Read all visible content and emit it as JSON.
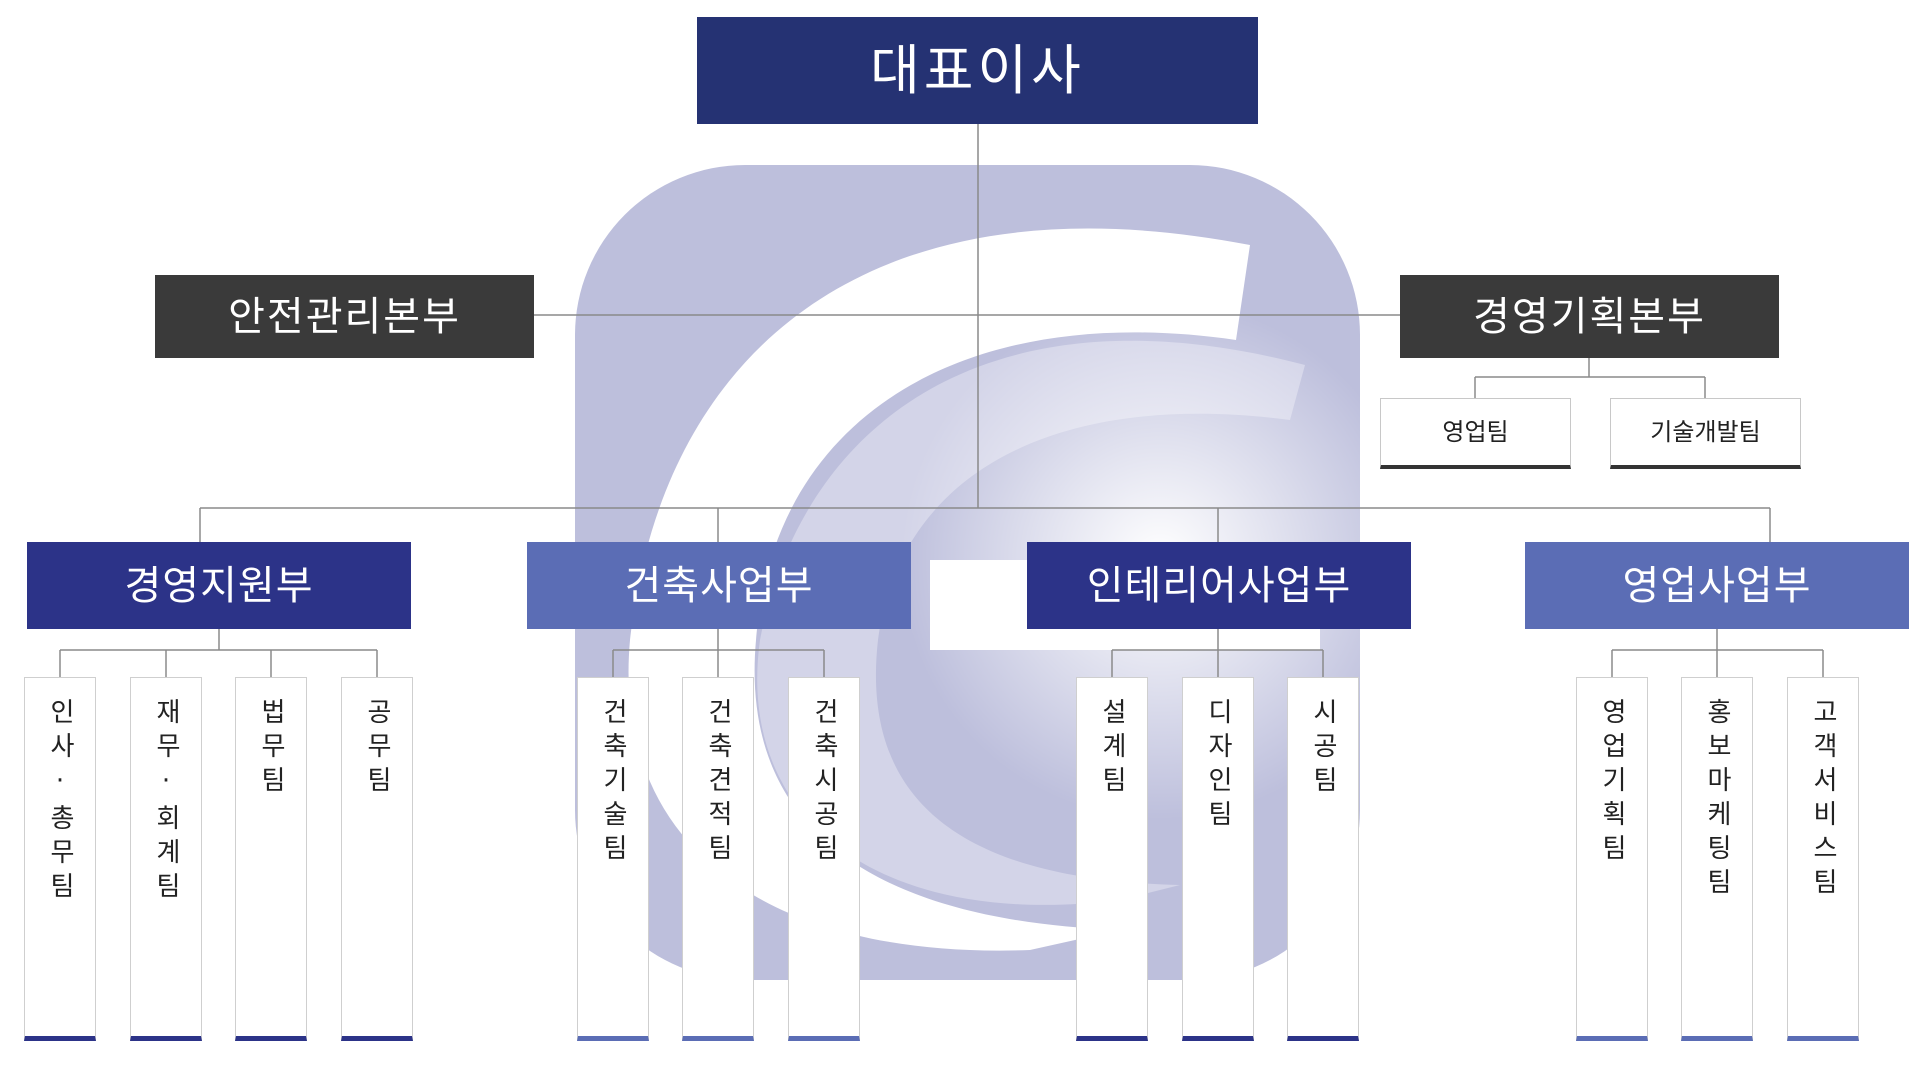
{
  "ceo": "대표이사",
  "hq_left": "안전관리본부",
  "hq_right": {
    "name": "경영기획본부",
    "teams": [
      "영업팀",
      "기술개발팀"
    ]
  },
  "departments": [
    {
      "name": "경영지원부",
      "teams": [
        "인사·총무팀",
        "재무·회계팀",
        "법무팀",
        "공무팀"
      ]
    },
    {
      "name": "건축사업부",
      "teams": [
        "건축기술팀",
        "건축견적팀",
        "건축시공팀"
      ]
    },
    {
      "name": "인테리어사업부",
      "teams": [
        "설계팀",
        "디자인팀",
        "시공팀"
      ]
    },
    {
      "name": "영업사업부",
      "teams": [
        "영업기획팀",
        "홍보마케팅팀",
        "고객서비스팀"
      ]
    }
  ],
  "colors": {
    "ceo": "#253273",
    "hq": "#3a3a3a",
    "dept_dark": "#2c3388",
    "dept_light": "#5b6db5",
    "connector": "#8a8a8a",
    "watermark": "#bdbfdc"
  },
  "watermark_icon": "company-logo-watermark"
}
